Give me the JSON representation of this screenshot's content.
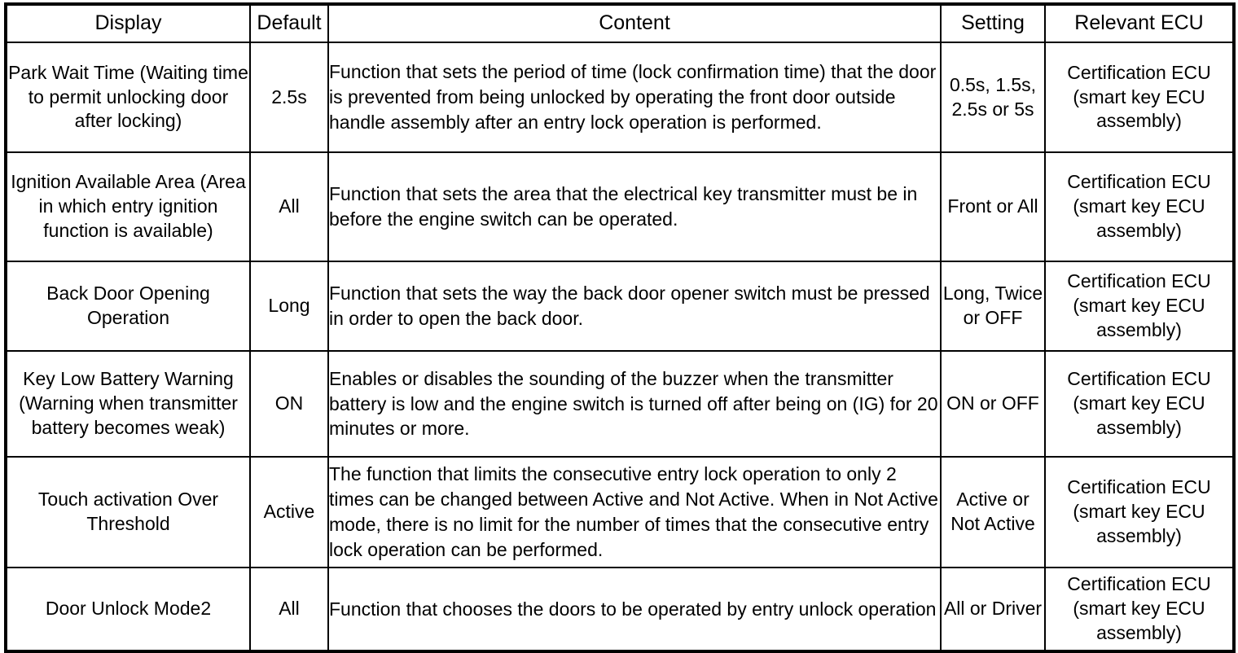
{
  "table": {
    "headers": [
      {
        "key": "display",
        "label": "Display"
      },
      {
        "key": "default",
        "label": "Default"
      },
      {
        "key": "content",
        "label": "Content"
      },
      {
        "key": "setting",
        "label": "Setting"
      },
      {
        "key": "ecu",
        "label": "Relevant ECU"
      }
    ],
    "rows": [
      {
        "display": "Park Wait Time (Waiting time to permit unlocking door after locking)",
        "default": "2.5s",
        "content": "Function that sets the period of time (lock confirmation time) that the door is prevented from being unlocked by operating the front door outside handle assembly after an entry lock operation is performed.",
        "setting": "0.5s, 1.5s, 2.5s or 5s",
        "ecu": "Certification ECU (smart key ECU assembly)"
      },
      {
        "display": "Ignition Available Area (Area in which entry ignition function is available)",
        "default": "All",
        "content": "Function that sets the area that the electrical key transmitter must be in before the engine switch can be operated.",
        "setting": "Front or All",
        "ecu": "Certification ECU (smart key ECU assembly)"
      },
      {
        "display": "Back Door Opening Operation",
        "default": "Long",
        "content": "Function that sets the way the back door opener switch must be pressed in order to open the back door.",
        "setting": "Long, Twice or OFF",
        "ecu": "Certification ECU (smart key ECU assembly)"
      },
      {
        "display": "Key Low Battery Warning (Warning when transmitter battery becomes weak)",
        "default": "ON",
        "content": "Enables or disables the sounding of the buzzer when the transmitter battery is low and the engine switch is turned off after being on (IG) for 20 minutes or more.",
        "setting": "ON or OFF",
        "ecu": "Certification ECU (smart key ECU assembly)"
      },
      {
        "display": "Touch activation Over Threshold",
        "default": "Active",
        "content": "The function that limits the consecutive entry lock operation to only 2 times can be changed between Active and Not Active. When in Not Active mode, there is no limit for the number of times that the consecutive entry lock operation can be performed.",
        "setting": "Active or Not Active",
        "ecu": "Certification ECU (smart key ECU assembly)"
      },
      {
        "display": "Door Unlock Mode2",
        "default": "All",
        "content": "Function that chooses the doors to be operated by entry unlock operation",
        "setting": "All or Driver",
        "ecu": "Certification ECU (smart key ECU assembly)"
      }
    ]
  },
  "colors": {
    "border": "#000000",
    "text": "#000000",
    "background": "#ffffff"
  }
}
